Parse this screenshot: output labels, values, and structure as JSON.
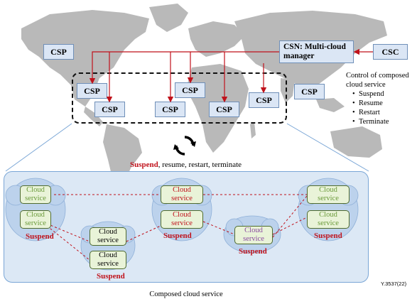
{
  "top": {
    "csp_label": "CSP",
    "csn_label": "CSN: Multi-cloud manager",
    "csc_label": "CSC"
  },
  "control": {
    "title": "Control of composed cloud service",
    "items": [
      "Suspend",
      "Resume",
      "Restart",
      "Terminate"
    ]
  },
  "cycle": {
    "highlight": "Suspend",
    "rest": ", resume, restart, terminate"
  },
  "composed": {
    "service_label": "Cloud service",
    "suspend_label": "Suspend",
    "caption": "Composed cloud service",
    "ref": "Y.3537(22)"
  },
  "colors": {
    "arrow": "#c0121b",
    "map": "#b8b8b8",
    "panel": "#dce8f5",
    "cloud": "#bcd2ec"
  }
}
